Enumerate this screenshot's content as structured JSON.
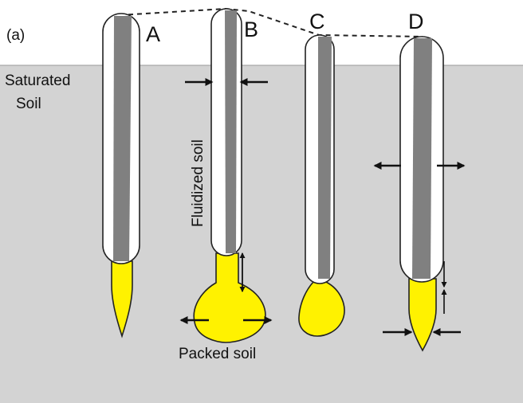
{
  "panel_label": "(a)",
  "soil_label_line1": "Saturated",
  "soil_label_line2": "Soil",
  "stages": [
    {
      "label": "A"
    },
    {
      "label": "B"
    },
    {
      "label": "C"
    },
    {
      "label": "D"
    }
  ],
  "annotations": {
    "fluidized": "Fluidized soil",
    "packed": "Packed soil"
  },
  "colors": {
    "soil": "#d3d3d3",
    "core": "#808080",
    "tip": "#fff200",
    "outline": "#222222",
    "arrow": "#111111"
  }
}
